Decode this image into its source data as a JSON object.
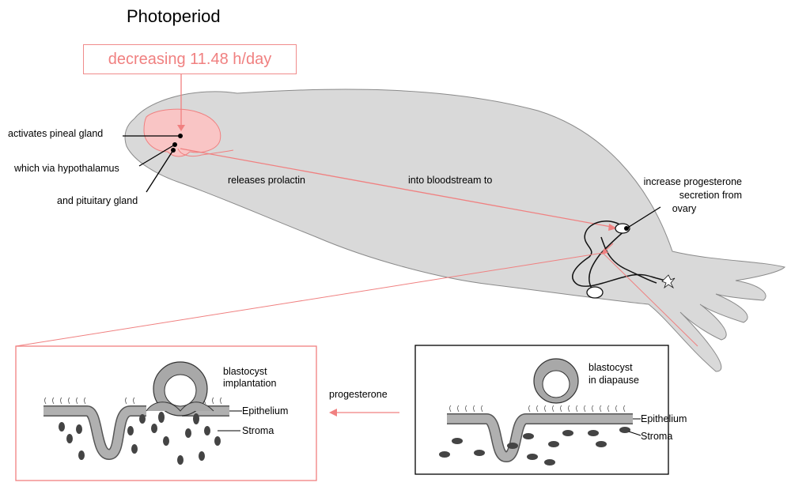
{
  "title": "Photoperiod",
  "photoperiod_box": "decreasing 11.48 h/day",
  "labels": {
    "pineal": "activates pineal gland",
    "hypothalamus": "which via hypothalamus",
    "pituitary": "and pituitary gland",
    "prolactin": "releases prolactin",
    "bloodstream": "into bloodstream to",
    "progesterone_line1": "increase progesterone",
    "progesterone_line2": "secretion from",
    "progesterone_line3": "ovary"
  },
  "left_panel": {
    "blastocyst_line1": "blastocyst",
    "blastocyst_line2": "implantation",
    "epithelium": "Epithelium",
    "stroma": "Stroma"
  },
  "right_panel": {
    "blastocyst_line1": "blastocyst",
    "blastocyst_line2": "in diapause",
    "epithelium": "Epithelium",
    "stroma": "Stroma"
  },
  "arrow_label": "progesterone",
  "colors": {
    "seal_body": "#d9d9d9",
    "brain": "#f9c5c5",
    "pink_line": "#f08080",
    "cell_gray": "#a0a0a0"
  }
}
